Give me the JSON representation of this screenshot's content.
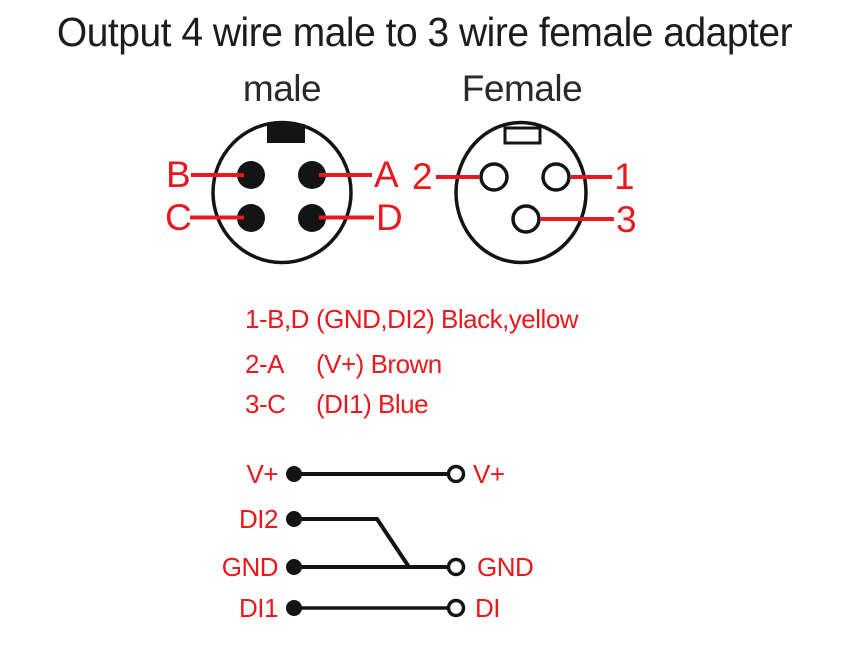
{
  "title": "Output 4 wire male to 3 wire female adapter",
  "male": {
    "label": "male",
    "pin_top_left": "B",
    "pin_top_right": "A",
    "pin_bottom_left": "C",
    "pin_bottom_right": "D"
  },
  "female": {
    "label": "Female",
    "pin_left": "2",
    "pin_right": "1",
    "pin_bottom": "3"
  },
  "legend": {
    "rows": [
      {
        "pins": "1-B,D",
        "desc": "(GND,DI2) Black,yellow"
      },
      {
        "pins": "2-A",
        "desc": "(V+) Brown"
      },
      {
        "pins": "3-C",
        "desc": "(DI1) Blue"
      }
    ]
  },
  "schematic": {
    "left_labels": [
      "V+",
      "DI2",
      "GND",
      "DI1"
    ],
    "right_labels": [
      "V+",
      "GND",
      "DI"
    ]
  },
  "colors": {
    "accent_red": "#e8191e",
    "ink": "#141414",
    "background": "#ffffff"
  }
}
